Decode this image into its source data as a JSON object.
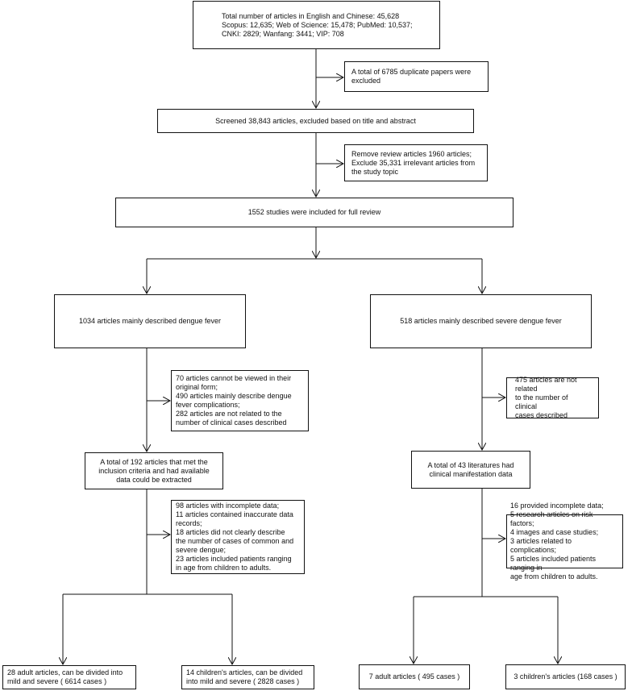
{
  "boxes": {
    "total": "Total number of articles in English and Chinese: 45,628\nScopus: 12,635;  Web of Science: 15,478; PubMed: 10,537;\nCNKI: 2829; Wanfang: 3441; VIP: 708",
    "duplicates": "A total of 6785 duplicate papers were\nexcluded",
    "screened": "Screened 38,843 articles, excluded based on title and abstract",
    "remove_review": "Remove review articles 1960 articles;\nExclude 35,331 irrelevant articles from\nthe study topic",
    "full_review": "1552 studies were included for full review",
    "dengue": "1034 articles mainly described dengue fever",
    "severe": "518 articles mainly described severe dengue fever",
    "excl_dengue": "70 articles cannot be viewed in their\noriginal form;\n490 articles mainly describe dengue\nfever complications;\n282 articles are not related to the\nnumber of clinical cases described",
    "excl_severe": "475 articles are not related\nto the number of clinical\ncases described",
    "met_criteria": "A total of 192 articles that met the\ninclusion criteria and had available\ndata could be extracted",
    "clinical_43": "A total of 43 literatures had\nclinical manifestation data",
    "excl_dengue2": "98 articles with incomplete data;\n11 articles contained inaccurate data\nrecords;\n18 articles did not clearly describe\nthe number of cases of common and\nsevere dengue;\n23 articles included patients ranging\nin age from children to adults.",
    "excl_severe2": "16 provided incomplete data;\n5 research articles on risk factors;\n4 images and case studies;\n3 articles related to complications;\n5 articles included patients ranging in\nage from children to adults.",
    "adult_28": "28 adult articles, can be divided into\nmild and severe ( 6614 cases )",
    "child_14": "14 children's articles, can be divided\ninto mild and severe ( 2828 cases )",
    "adult_7": "7 adult articles ( 495 cases )",
    "child_3": "3 children's articles (168 cases )"
  }
}
